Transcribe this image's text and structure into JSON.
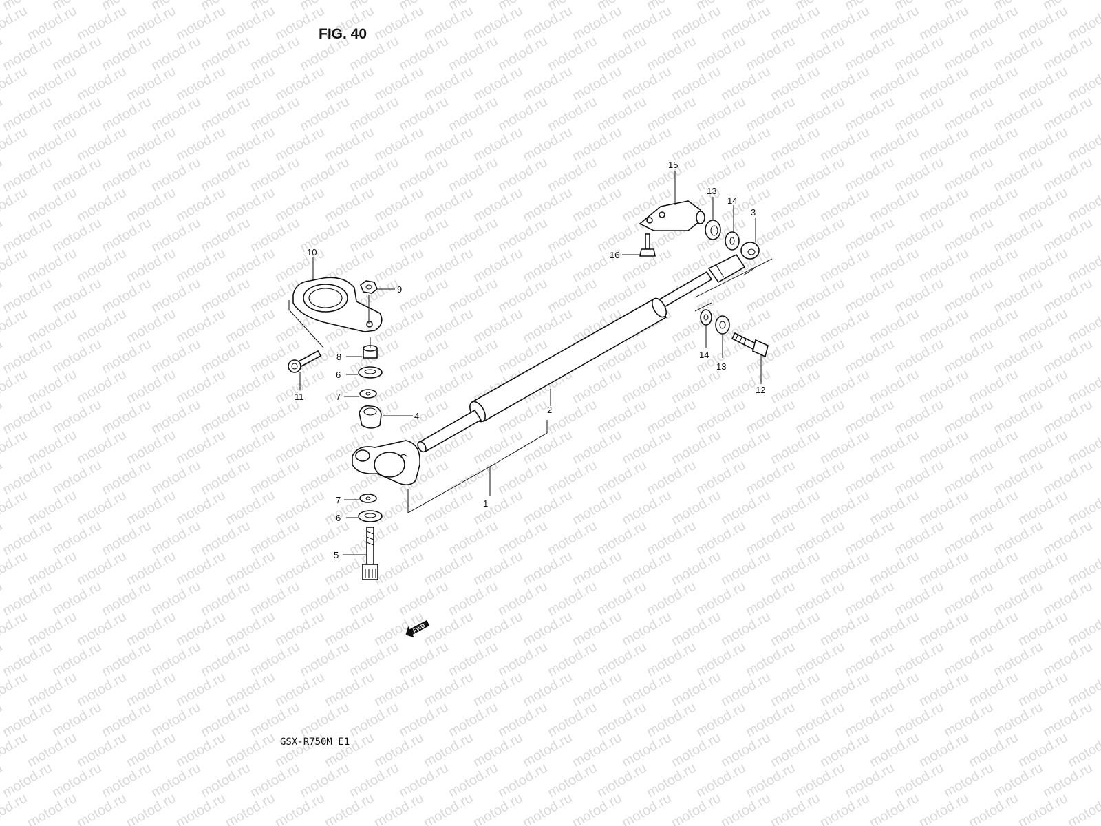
{
  "figure_title": "FIG. 40",
  "model_code": "GSX-R750M E1",
  "watermark_text": "motod.ru",
  "fwd_arrow_label": "FWD",
  "callouts": {
    "p1": "1",
    "p2": "2",
    "p3": "3",
    "p4": "4",
    "p5": "5",
    "p6a": "6",
    "p6b": "6",
    "p7a": "7",
    "p7b": "7",
    "p8": "8",
    "p9": "9",
    "p10": "10",
    "p11": "11",
    "p12": "12",
    "p13a": "13",
    "p13b": "13",
    "p14a": "14",
    "p14b": "14",
    "p15": "15",
    "p16": "16"
  },
  "colors": {
    "ink": "#111111",
    "watermark": "#d9d9d9",
    "background": "#ffffff"
  }
}
